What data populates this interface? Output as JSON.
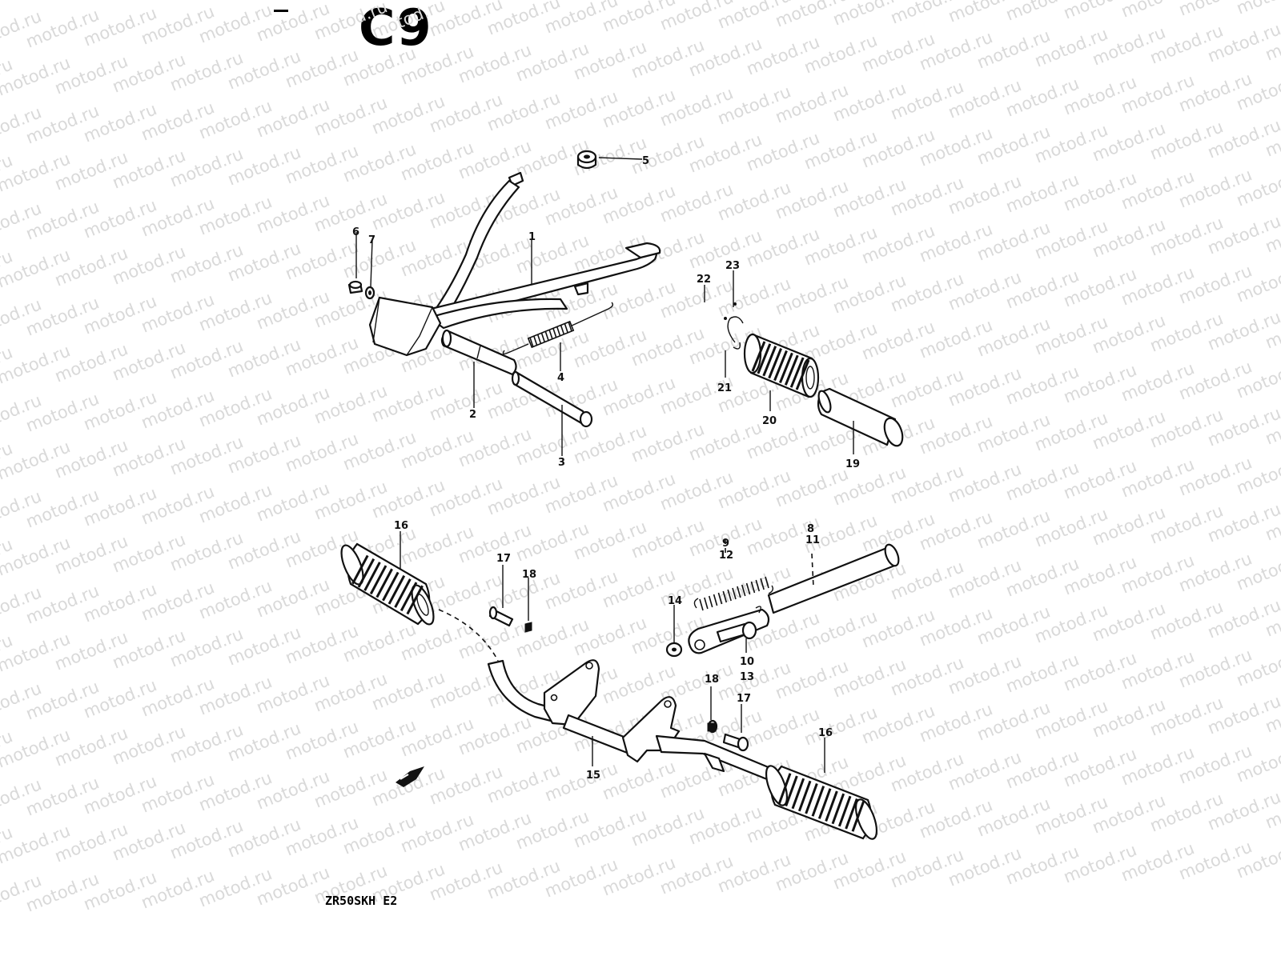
{
  "header": {
    "code": "C9"
  },
  "footer": {
    "model": "ZR50SKH E2"
  },
  "watermark": {
    "text": "motod.ru"
  },
  "diagram": {
    "callouts": {
      "c1": "1",
      "c2": "2",
      "c3": "3",
      "c4": "4",
      "c5": "5",
      "c6": "6",
      "c7": "7",
      "c8": "8",
      "c11": "11",
      "c9": "9",
      "c12": "12",
      "c10": "10",
      "c13": "13",
      "c14": "14",
      "c15": "15",
      "c16a": "16",
      "c16b": "16",
      "c17a": "17",
      "c18a": "18",
      "c17b": "17",
      "c18b": "18",
      "c19": "19",
      "c20": "20",
      "c21": "21",
      "c22": "22",
      "c23": "23"
    }
  }
}
